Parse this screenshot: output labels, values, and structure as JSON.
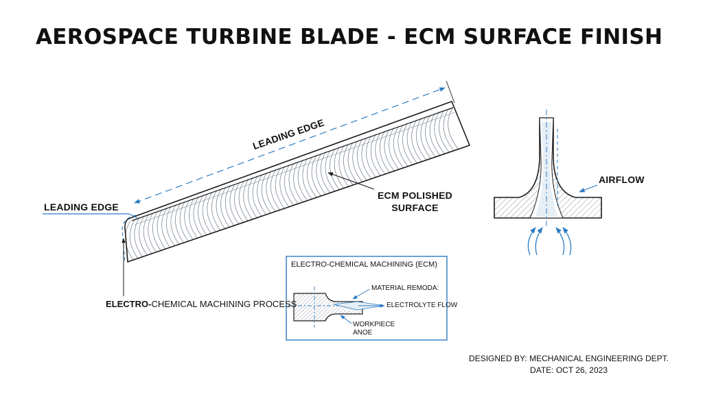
{
  "title": "AEROSPACE TURBINE BLADE - ECM SURFACE FINISH",
  "labels": {
    "leading_edge_top": "LEADING EDGE",
    "leading_edge_left": "LEADING EDGE",
    "ecm_polished_line1": "ECM POLISHED",
    "ecm_polished_line2": "SURFACE",
    "airflow": "AIRFLOW",
    "process_bold": "ELECTRO-",
    "process_rest": "CHEMICAL MACHINING PROCESS"
  },
  "ecm_box": {
    "title": "ELECTRO-CHEMICAL MACHINING (ECM)",
    "material": "MATERIAL REMODA:",
    "electrolyte": "ELECTROLYTE FLOW",
    "workpiece_line1": "WORKPIECE",
    "workpiece_line2": "ANOE"
  },
  "footer": {
    "designed_by": "DESIGNED BY: MECHANICAL ENGINEERING DEPT.",
    "date": "DATE: OCT 26, 2023"
  },
  "colors": {
    "accent": "#2a7bc2",
    "line": "#1a1a1a",
    "hatch": "#6c7a89"
  }
}
